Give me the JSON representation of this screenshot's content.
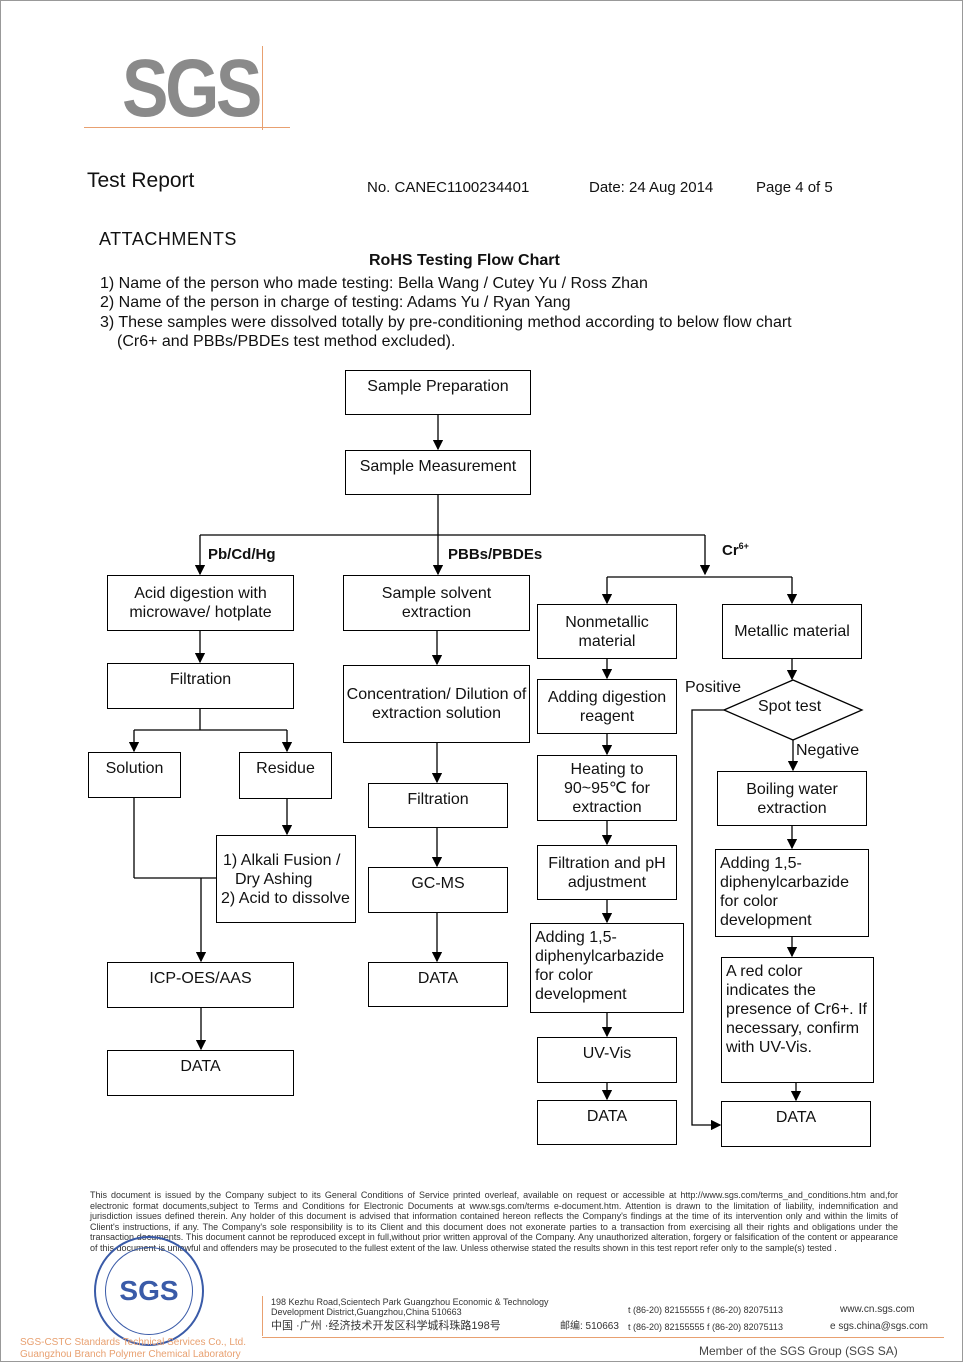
{
  "header": {
    "logo_text": "SGS",
    "title": "Test Report",
    "report_no": "No. CANEC1100234401",
    "date": "Date: 24  Aug  2014",
    "page": "Page 4 of 5"
  },
  "section": "ATTACHMENTS",
  "chart_title": "RoHS Testing Flow Chart",
  "notes": [
    "1) Name of the person who made testing: Bella Wang / Cutey Yu / Ross Zhan",
    "2) Name of the person in charge of testing: Adams Yu / Ryan Yang",
    "3) These samples were dissolved totally by pre-conditioning method according to below flow chart",
    "(Cr6+ and PBBs/PBDEs test method excluded)."
  ],
  "flow": {
    "prep": "Sample Preparation",
    "measure": "Sample Measurement",
    "branch_labels": {
      "metals": "Pb/Cd/Hg",
      "pbb": "PBBs/PBDEs",
      "cr": "Cr6+"
    },
    "metals": {
      "acid": "Acid digestion with microwave/ hotplate",
      "filtration": "Filtration",
      "solution": "Solution",
      "residue": "Residue",
      "alkali1": "1) Alkali Fusion / Dry Ashing",
      "alkali2": "2) Acid to dissolve",
      "icp": "ICP-OES/AAS",
      "data": "DATA"
    },
    "pbb": {
      "solvent": "Sample solvent extraction",
      "concentration": "Concentration/ Dilution of extraction solution",
      "filtration": "Filtration",
      "gcms": "GC-MS",
      "data": "DATA"
    },
    "nonmetal": {
      "material": "Nonmetallic material",
      "digestion": "Adding digestion reagent",
      "heating": "Heating to 90~95℃ for extraction",
      "filtration": "Filtration and pH adjustment",
      "adding": "Adding 1,5-diphenylcarbazide for color development",
      "uvvis": "UV-Vis",
      "data": "DATA"
    },
    "metal": {
      "material": "Metallic material",
      "spot": "Spot test",
      "positive": "Positive",
      "negative": "Negative",
      "boiling": "Boiling water extraction",
      "adding": "Adding 1,5-diphenylcarbazide for color development",
      "red": "A red color indicates the presence of Cr6+. If necessary, confirm with UV-Vis.",
      "data": "DATA"
    }
  },
  "footer": {
    "disclaimer": "This document is issued by the Company subject to its General Conditions of Service printed overleaf, available on request or accessible at http://www.sgs.com/terms_and_conditions.htm and,for electronic format documents,subject to Terms and Conditions for Electronic Documents at www.sgs.com/terms e-document.htm. Attention is drawn to the limitation of liability, indemnification and jurisdiction issues defined therein. Any holder of this document is advised that information contained hereon reflects the Company's findings at the time of its intervention only and within the limits of Client's instructions, if any. The Company's sole responsibility is to its Client and this document does not exonerate parties to a transaction from exercising all their rights and obligations under the transaction documents. This document cannot be reproduced except in full,without prior written approval of the Company. Any unauthorized alteration, forgery or falsification of the content or appearance of this document is unlawful and offenders may be prosecuted to the fullest extent of the law. Unless otherwise stated the results shown in this test report refer only to the sample(s) tested .",
    "company1": "SGS-CSTC Standards Technical Services Co., Ltd.",
    "company2": "Guangzhou Branch Polymer Chemical Laboratory",
    "address_en": "198 Kezhu Road,Scientech Park Guangzhou Economic & Technology Development District,Guangzhou,China  510663",
    "address_cn": "中国 ·广州 ·经济技术开发区科学城科珠路198号",
    "postcode_cn": "邮编: 510663",
    "phone1": "t (86-20) 82155555  f (86-20) 82075113",
    "phone2": "t (86-20) 82155555  f (86-20) 82075113",
    "web": "www.cn.sgs.com",
    "email": "e  sgs.china@sgs.com",
    "member": "Member of the SGS Group (SGS SA)",
    "stamp_text": "SGS"
  },
  "colors": {
    "logo": "#8a8a8a",
    "accent_line": "#e8a070",
    "stamp": "#3a5ba8"
  }
}
